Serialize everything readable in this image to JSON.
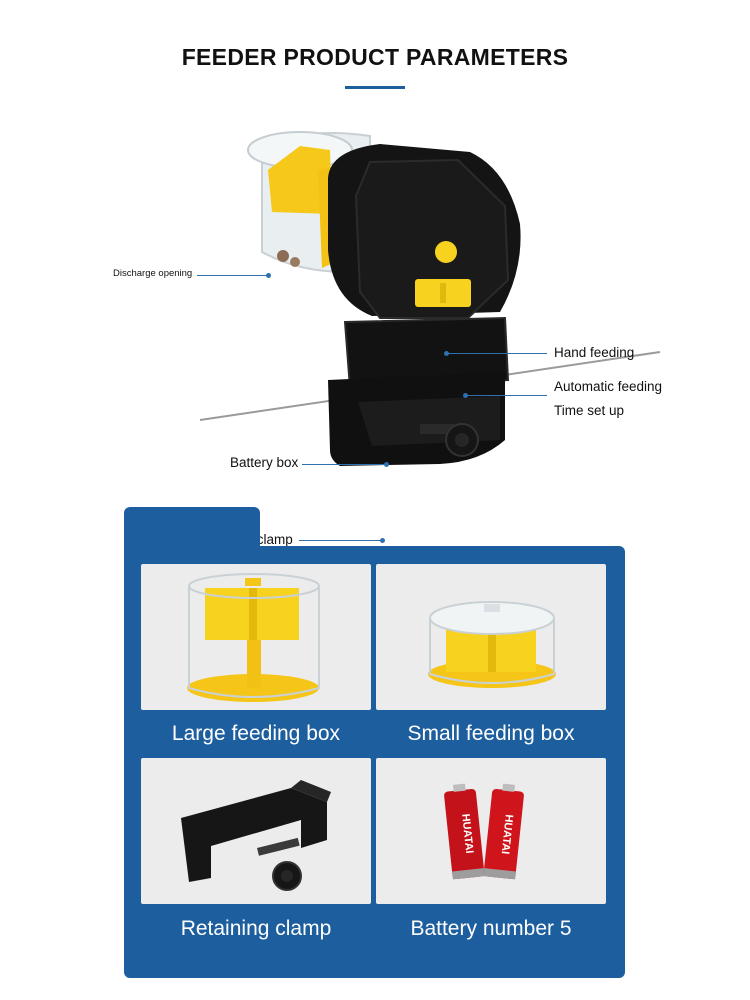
{
  "title": "FEEDER PRODUCT PARAMETERS",
  "callouts": {
    "discharge_opening": "Discharge opening",
    "hand_feeding": "Hand feeding",
    "automatic_feeding": "Automatic feeding",
    "time_set_up": "Time set up",
    "battery_box": "Battery box",
    "retaining_clamp": "Retaining clamp"
  },
  "accessories": [
    {
      "caption": "Large feeding box",
      "icon": "large-feeding-box-icon"
    },
    {
      "caption": "Small feeding box",
      "icon": "small-feeding-box-icon"
    },
    {
      "caption": "Retaining clamp",
      "icon": "retaining-clamp-icon"
    },
    {
      "caption": "Battery number 5",
      "icon": "battery-icon",
      "battery_brand": "HUATAI"
    }
  ],
  "colors": {
    "panel_blue": "#1d5e9e",
    "accent_yellow": "#f7d21e",
    "body_black": "#141414",
    "card_grey": "#ececec",
    "battery_red": "#c4121a"
  }
}
